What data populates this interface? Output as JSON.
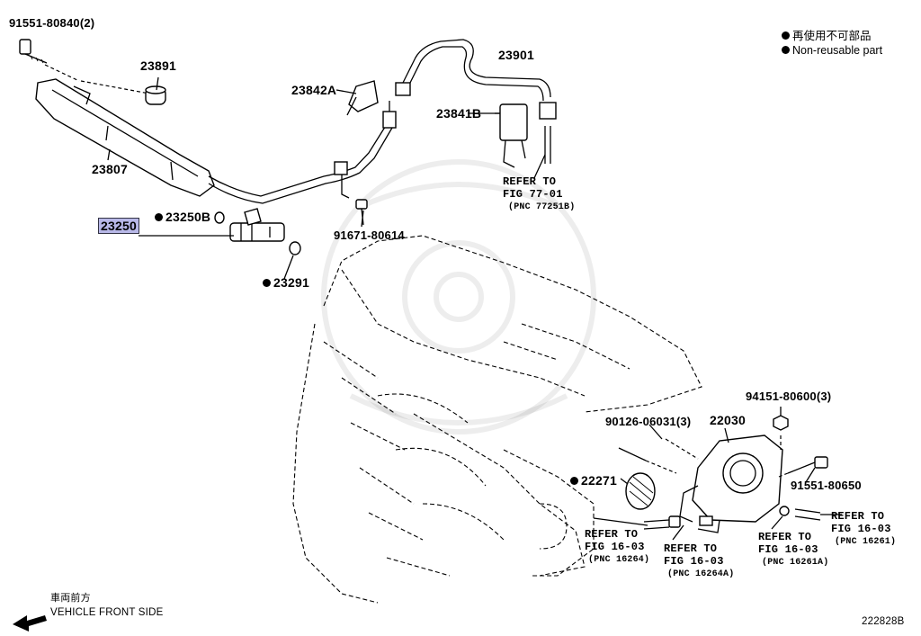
{
  "legend": {
    "line1": "再使用不可部品",
    "line2": "Non-reusable part"
  },
  "labels": {
    "bolt_top": "91551-80840(2)",
    "p23891": "23891",
    "p23807": "23807",
    "p23842a": "23842A",
    "p23901": "23901",
    "p23841b": "23841B",
    "refer77_a": "REFER TO",
    "refer77_b": "FIG 77-01",
    "refer77_c": "(PNC 77251B)",
    "p23250": "23250",
    "p23250b": "23250B",
    "p23291": "23291",
    "bolt_mid": "91671-80614",
    "p90126": "90126-06031(3)",
    "p22030": "22030",
    "p94151": "94151-80600(3)",
    "p22271": "22271",
    "bolt_right": "91551-80650",
    "ref1_a": "REFER TO",
    "ref1_b": "FIG 16-03",
    "ref1_c": "(PNC 16264)",
    "ref2_a": "REFER TO",
    "ref2_b": "FIG 16-03",
    "ref2_c": "(PNC 16264A)",
    "ref3_a": "REFER TO",
    "ref3_b": "FIG 16-03",
    "ref3_c": "(PNC 16261A)",
    "ref4_a": "REFER TO",
    "ref4_b": "FIG 16-03",
    "ref4_c": "(PNC 16261)"
  },
  "front": {
    "jp": "車両前方",
    "en": "VEHICLE FRONT SIDE"
  },
  "figure_id": "222828B",
  "colors": {
    "highlight": "#b8b8e8",
    "line": "#000000"
  }
}
